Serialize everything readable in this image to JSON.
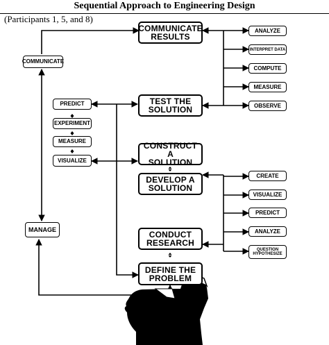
{
  "header": {
    "title": "Sequential Approach to Engineering Design",
    "subtitle": "(Participants 1, 5, and 8)"
  },
  "left_column": {
    "communicate": "COMMUNICATE",
    "manage": "MANAGE",
    "activities": [
      "PREDICT",
      "EXPERIMENT",
      "MEASURE",
      "VISUALIZE"
    ]
  },
  "main_steps": {
    "communicate_results": "COMMUNICATE\nRESULTS",
    "test_solution": "TEST THE\nSOLUTION",
    "construct_solution": "CONSTRUCT A\nSOLUTION",
    "develop_solution": "DEVELOP A\nSOLUTION",
    "conduct_research": "CONDUCT\nRESEARCH",
    "define_problem": "DEFINE THE\nPROBLEM"
  },
  "right_top_group": [
    "ANALYZE",
    "INTERPRET DATA",
    "COMPUTE",
    "MEASURE",
    "OBSERVE"
  ],
  "right_bottom_group": [
    "CREATE",
    "VISUALIZE",
    "PREDICT",
    "ANALYZE",
    "QUESTION\nHYPOTHESIZE"
  ],
  "colors": {
    "ink": "#000000",
    "background": "#ffffff"
  },
  "icons": [
    "head-silhouette-icon"
  ]
}
